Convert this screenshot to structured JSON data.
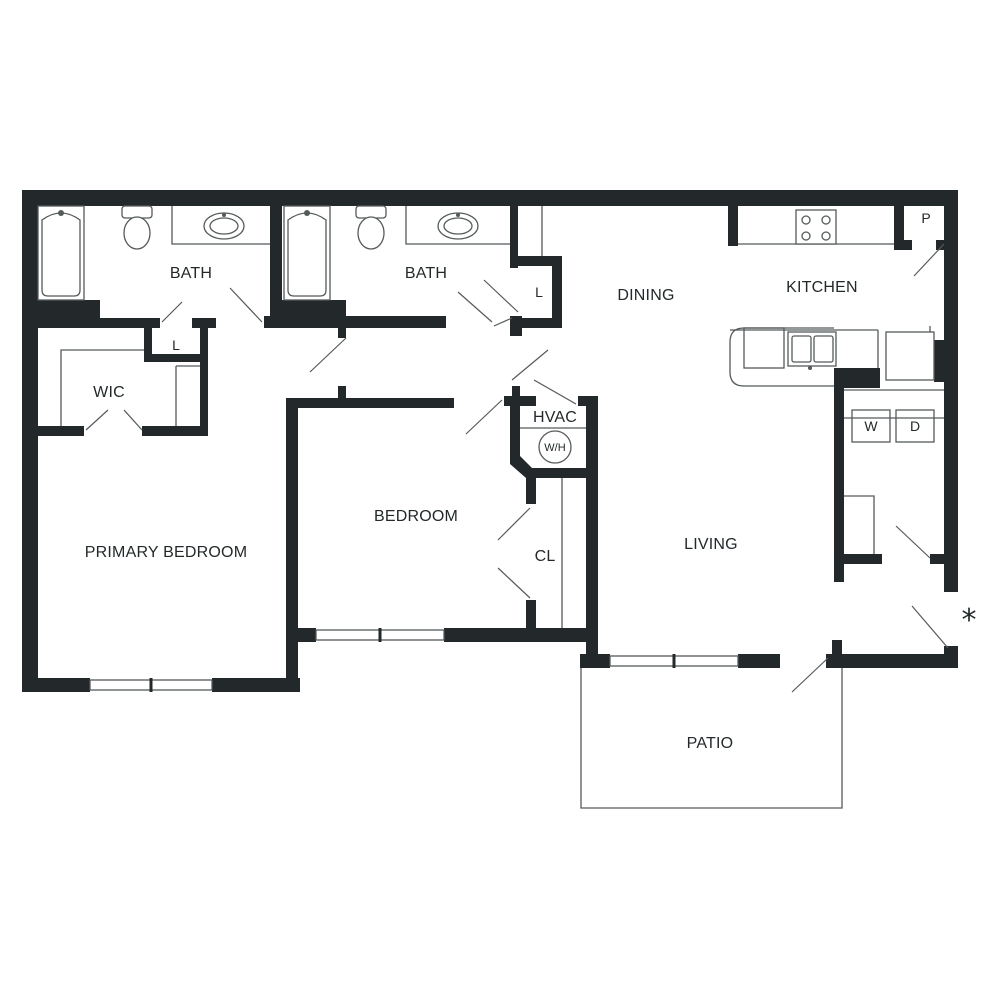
{
  "rooms": {
    "bath_left": "BATH",
    "bath_right": "BATH",
    "dining": "DINING",
    "kitchen": "KITCHEN",
    "pantry": "P",
    "linen_left": "L",
    "linen_right": "L",
    "wic": "WIC",
    "hvac": "HVAC",
    "water_heater": "W/H",
    "washer": "W",
    "dryer": "D",
    "bedroom": "BEDROOM",
    "closet": "CL",
    "primary_bedroom": "PRIMARY BEDROOM",
    "living": "LIVING",
    "patio": "PATIO",
    "asterisk": "*"
  },
  "colors": {
    "wall": "#23292a",
    "line": "#555a5b",
    "background": "#ffffff"
  }
}
